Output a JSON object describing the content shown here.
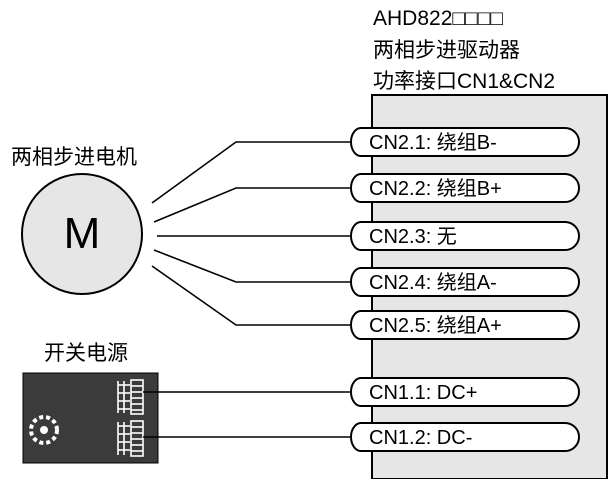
{
  "driver": {
    "model": "AHD822□□□□",
    "name": "两相步进驱动器",
    "port_title": "功率接口CN1&CN2"
  },
  "motor": {
    "label": "两相步进电机",
    "letter": "M"
  },
  "power_supply": {
    "label": "开关电源"
  },
  "pins": [
    {
      "id": "cn2-1",
      "text": "CN2.1: 绕组B-"
    },
    {
      "id": "cn2-2",
      "text": "CN2.2: 绕组B+"
    },
    {
      "id": "cn2-3",
      "text": "CN2.3: 无"
    },
    {
      "id": "cn2-4",
      "text": "CN2.4: 绕组A-"
    },
    {
      "id": "cn2-5",
      "text": "CN2.5: 绕组A+"
    },
    {
      "id": "cn1-1",
      "text": "CN1.1: DC+"
    },
    {
      "id": "cn1-2",
      "text": "CN1.2: DC-"
    }
  ],
  "colors": {
    "driver_fill": "#e6e6e6",
    "motor_fill": "#e6e6e6",
    "psu_fill": "#3b3b3b",
    "line": "#000000"
  }
}
